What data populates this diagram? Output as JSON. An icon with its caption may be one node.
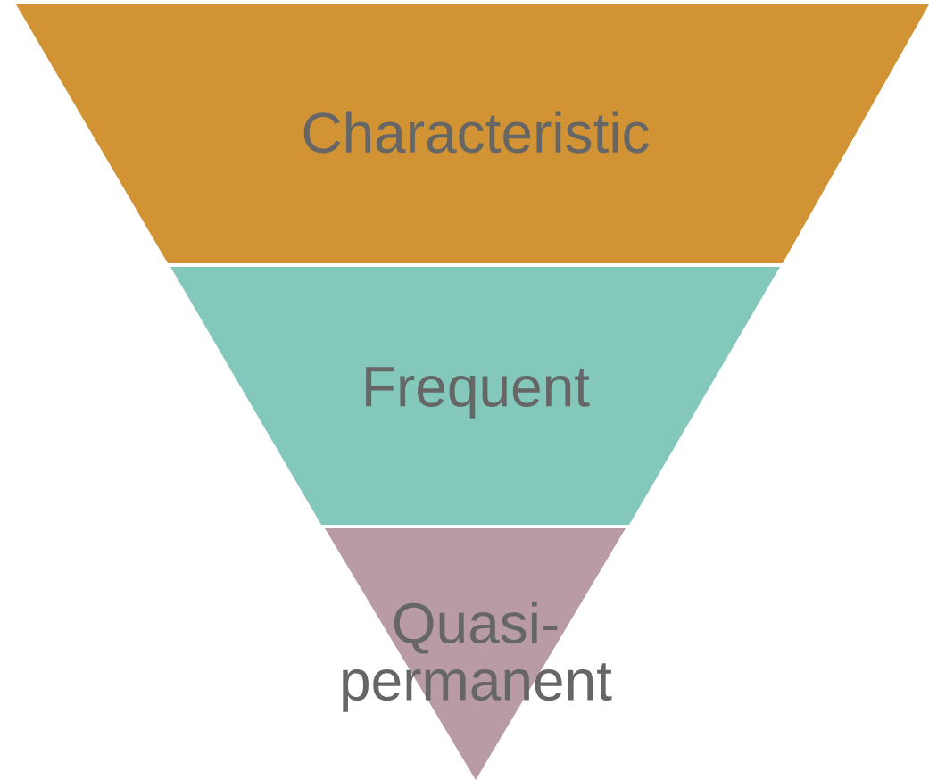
{
  "diagram": {
    "nodes": [
      {
        "text": [
          "Characteristic"
        ]
      },
      {
        "text": [
          "Frequent"
        ]
      },
      {
        "text": [
          "Quasi-permanent"
        ]
      }
    ]
  }
}
